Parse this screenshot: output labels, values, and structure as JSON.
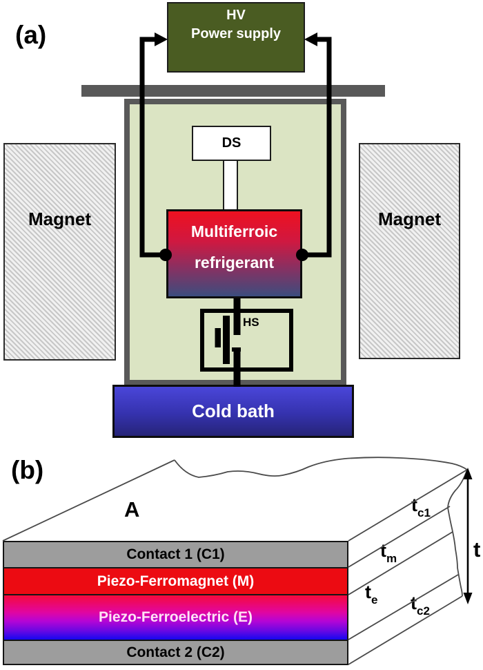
{
  "panel_a": {
    "label": "(a)",
    "power_supply": {
      "line1": "HV",
      "line2": "Power supply"
    },
    "ds_label": "DS",
    "refrigerant": {
      "line1": "Multiferroic",
      "line2": "refrigerant"
    },
    "hs_label": "HS",
    "cold_bath_label": "Cold bath",
    "magnets": [
      {
        "side": "left",
        "label": "Magnet"
      },
      {
        "side": "right",
        "label": "Magnet"
      }
    ]
  },
  "panel_b": {
    "label": "(b)",
    "area_label": "A",
    "layers": [
      {
        "name": "contact-1",
        "label": "Contact 1 (C1)",
        "color": "#9d9d9d",
        "text_color": "#000000"
      },
      {
        "name": "piezo-ferromagnet",
        "label": "Piezo-Ferromagnet (M)",
        "color": "#ec0b12",
        "text_color": "#ffffff"
      },
      {
        "name": "piezo-ferroelectric",
        "label": "Piezo-Ferroelectric (E)",
        "gradient": [
          "#f50a3c",
          "#b505d5",
          "#1407f0"
        ],
        "text_color": "#ffe2f5"
      },
      {
        "name": "contact-2",
        "label": "Contact 2 (C2)",
        "color": "#9d9d9d",
        "text_color": "#000000"
      }
    ],
    "thickness_labels": [
      {
        "base": "t",
        "sub": "c1"
      },
      {
        "base": "t",
        "sub": "m"
      },
      {
        "base": "t",
        "sub": "e"
      },
      {
        "base": "t",
        "sub": "c2"
      }
    ],
    "total_thickness": {
      "base": "t"
    }
  },
  "colors": {
    "power_supply_green": "#4a5c22",
    "chamber_fill": "#dbe4c3",
    "chamber_border": "#595959",
    "support_bar_gray": "#595959",
    "refrigerant_top": "#ee1120",
    "refrigerant_bottom": "#3c4d7e",
    "cold_bath_top": "#4a46d9",
    "cold_bath_bottom": "#262478",
    "contact_gray": "#9d9d9d",
    "ferromagnet_red": "#ec0b12",
    "ferroelectric_top": "#f50a3c",
    "ferroelectric_mid": "#b505d5",
    "ferroelectric_bottom": "#1407f0",
    "wire_black": "#000000"
  }
}
